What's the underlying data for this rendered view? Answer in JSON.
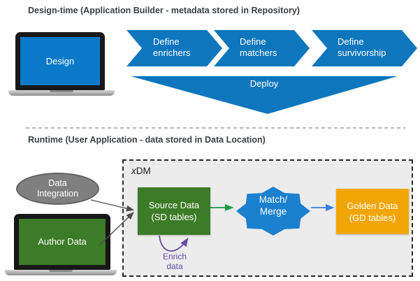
{
  "design_time": {
    "title": "Design-time (Application Builder - metadata stored in Repository)",
    "laptop_label": "Design",
    "chevrons": [
      {
        "label": "Define enrichers"
      },
      {
        "label": "Define matchers"
      },
      {
        "label": "Define survivorship"
      }
    ],
    "deploy_label": "Deploy"
  },
  "runtime": {
    "title": "Runtime (User Application - data stored in Data Location)",
    "data_integration_label": "Data Integration",
    "laptop_label": "Author Data",
    "xdm": {
      "prefix": "x",
      "suffix": "DM"
    },
    "source_box": {
      "line1": "Source Data",
      "line2": "(SD tables)"
    },
    "match_merge": {
      "line1": "Match/",
      "line2": "Merge"
    },
    "golden_box": {
      "line1": "Golden Data",
      "line2": "(GD tables)"
    },
    "enrich_label": "Enrich data"
  },
  "colors": {
    "process_blue": "#0e76bc",
    "screen_blue": "#0a7ac8",
    "star_blue": "#1b80ce",
    "green": "#3c7b27",
    "amber": "#f2a605",
    "ellipse_gray": "#7f7f7f",
    "arrow_green": "#179b4b",
    "arrow_blue": "#3f7de8",
    "purple": "#674ea7",
    "arrow_dark": "#4d4d4d",
    "divider_gray": "#9e9e9e"
  }
}
